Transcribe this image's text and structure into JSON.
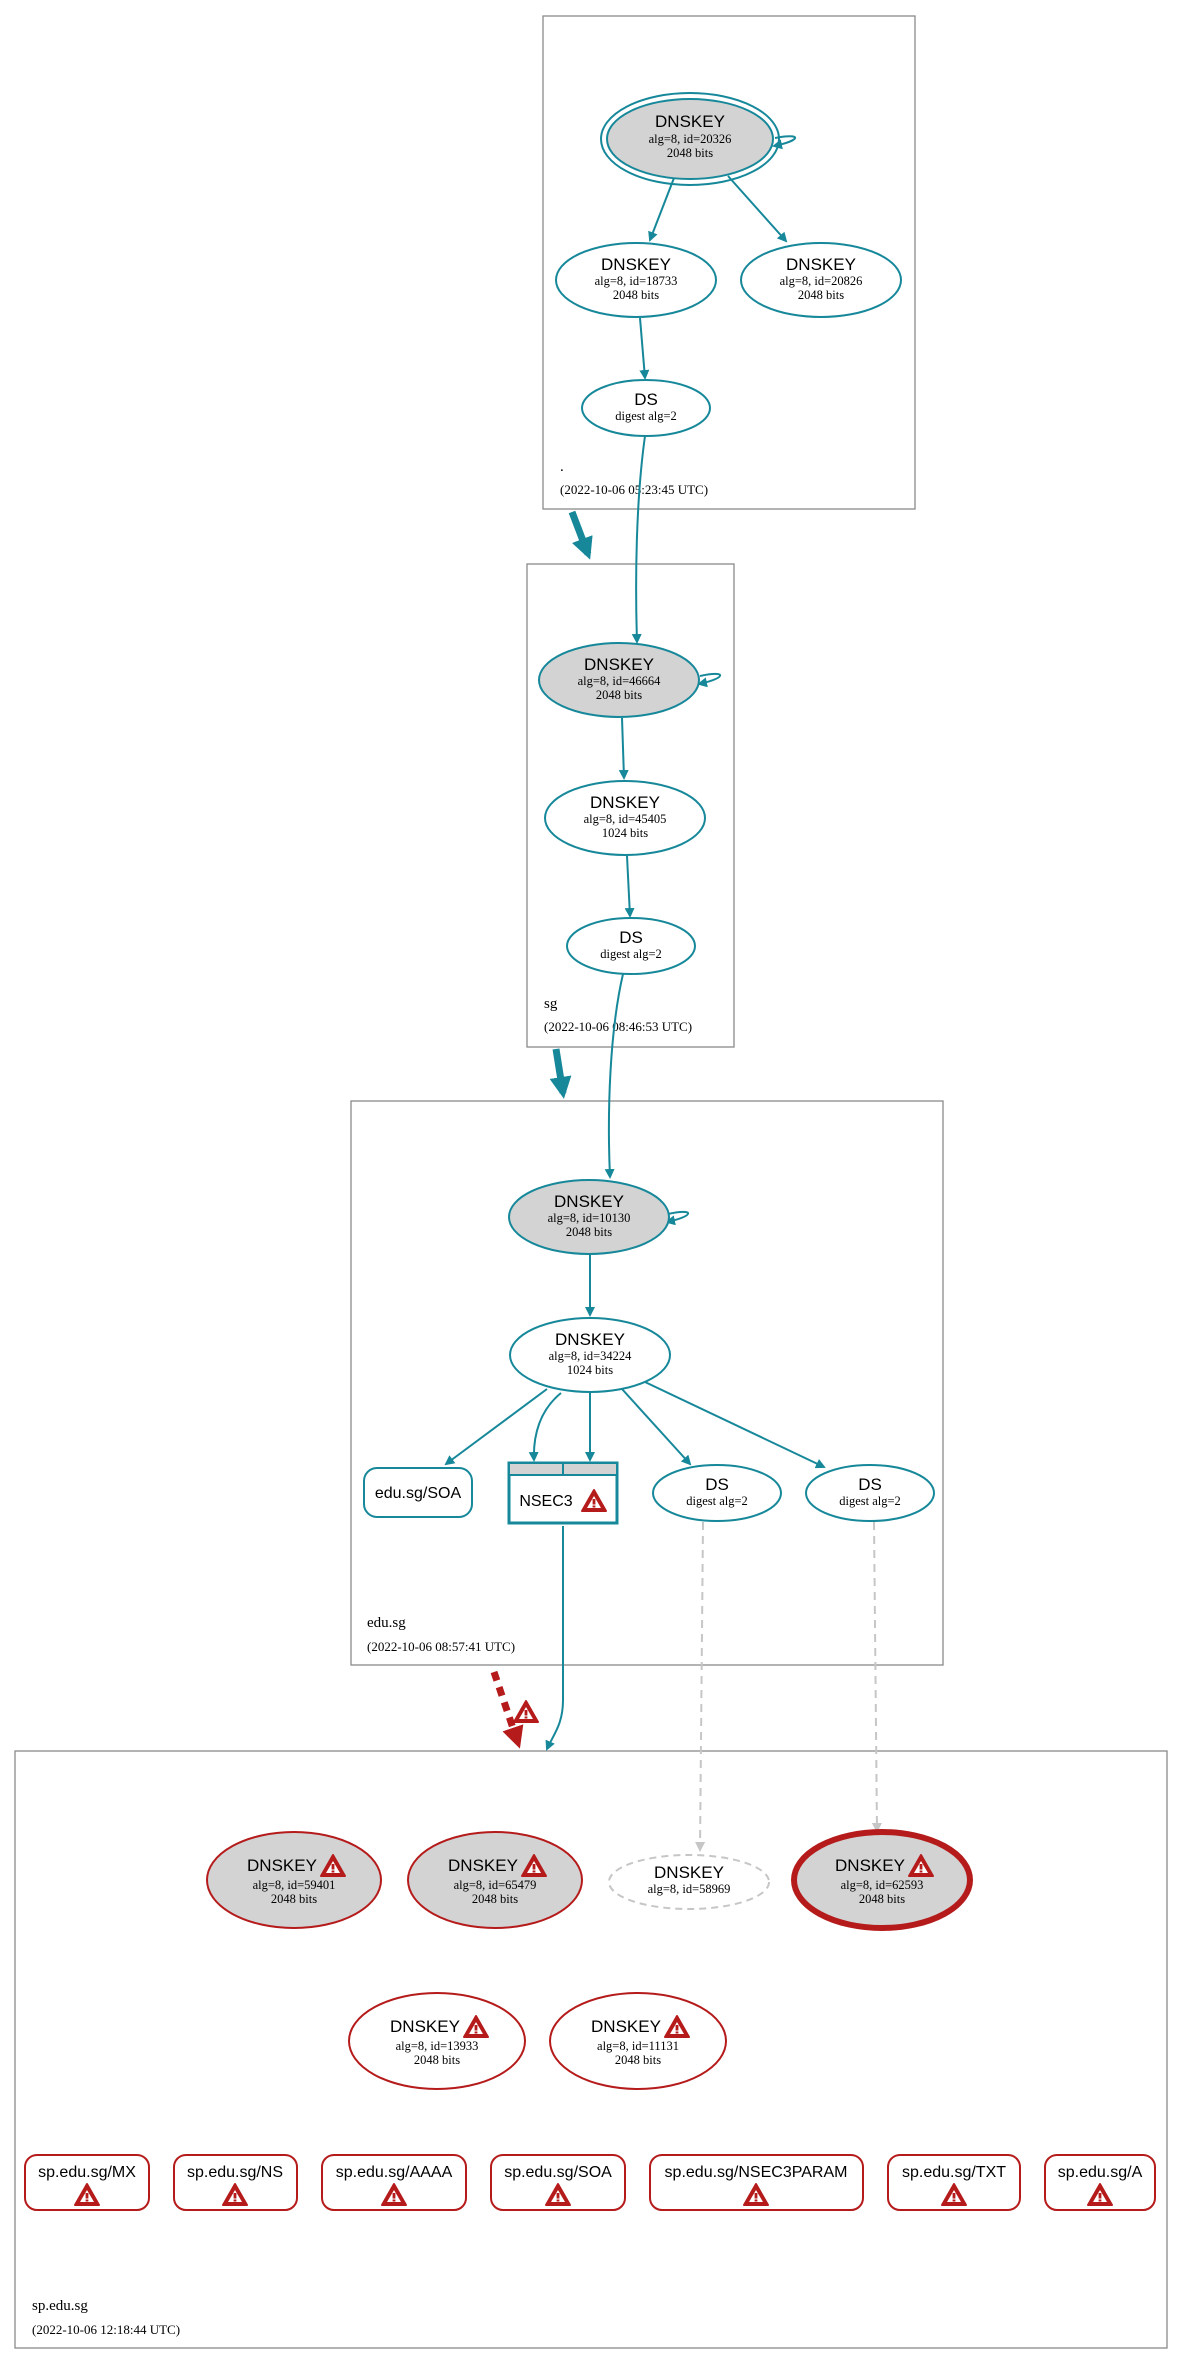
{
  "zones": {
    "root": {
      "name": ".",
      "timestamp": "(2022-10-06 05:23:45 UTC)"
    },
    "sg": {
      "name": "sg",
      "timestamp": "(2022-10-06 08:46:53 UTC)"
    },
    "edu_sg": {
      "name": "edu.sg",
      "timestamp": "(2022-10-06 08:57:41 UTC)"
    },
    "sp_edu_sg": {
      "name": "sp.edu.sg",
      "timestamp": "(2022-10-06 12:18:44 UTC)"
    }
  },
  "nodes": {
    "root_ksk": {
      "title": "DNSKEY",
      "line1": "alg=8, id=20326",
      "line2": "2048 bits"
    },
    "root_zsk1": {
      "title": "DNSKEY",
      "line1": "alg=8, id=18733",
      "line2": "2048 bits"
    },
    "root_zsk2": {
      "title": "DNSKEY",
      "line1": "alg=8, id=20826",
      "line2": "2048 bits"
    },
    "root_ds": {
      "title": "DS",
      "line1": "digest alg=2"
    },
    "sg_ksk": {
      "title": "DNSKEY",
      "line1": "alg=8, id=46664",
      "line2": "2048 bits"
    },
    "sg_zsk": {
      "title": "DNSKEY",
      "line1": "alg=8, id=45405",
      "line2": "1024 bits"
    },
    "sg_ds": {
      "title": "DS",
      "line1": "digest alg=2"
    },
    "edu_ksk": {
      "title": "DNSKEY",
      "line1": "alg=8, id=10130",
      "line2": "2048 bits"
    },
    "edu_zsk": {
      "title": "DNSKEY",
      "line1": "alg=8, id=34224",
      "line2": "1024 bits"
    },
    "edu_soa": {
      "title": "edu.sg/SOA"
    },
    "edu_nsec3": {
      "title": "NSEC3"
    },
    "edu_ds1": {
      "title": "DS",
      "line1": "digest alg=2"
    },
    "edu_ds2": {
      "title": "DS",
      "line1": "digest alg=2"
    },
    "sp_key1": {
      "title": "DNSKEY",
      "line1": "alg=8, id=59401",
      "line2": "2048 bits"
    },
    "sp_key2": {
      "title": "DNSKEY",
      "line1": "alg=8, id=65479",
      "line2": "2048 bits"
    },
    "sp_key3": {
      "title": "DNSKEY",
      "line1": "alg=8, id=58969"
    },
    "sp_key4": {
      "title": "DNSKEY",
      "line1": "alg=8, id=62593",
      "line2": "2048 bits"
    },
    "sp_key5": {
      "title": "DNSKEY",
      "line1": "alg=8, id=13933",
      "line2": "2048 bits"
    },
    "sp_key6": {
      "title": "DNSKEY",
      "line1": "alg=8, id=11131",
      "line2": "2048 bits"
    }
  },
  "rrsets": [
    {
      "label": "sp.edu.sg/MX"
    },
    {
      "label": "sp.edu.sg/NS"
    },
    {
      "label": "sp.edu.sg/AAAA"
    },
    {
      "label": "sp.edu.sg/SOA"
    },
    {
      "label": "sp.edu.sg/NSEC3PARAM"
    },
    {
      "label": "sp.edu.sg/TXT"
    },
    {
      "label": "sp.edu.sg/A"
    }
  ],
  "colors": {
    "secure": "#16889a",
    "bogus": "#b51b1b",
    "ksk_fill": "#d3d3d3",
    "insecure_dashed": "#c6c6c6",
    "warning_fill": "#b51b1b"
  },
  "icons": {
    "warning": "warning-triangle-icon"
  }
}
